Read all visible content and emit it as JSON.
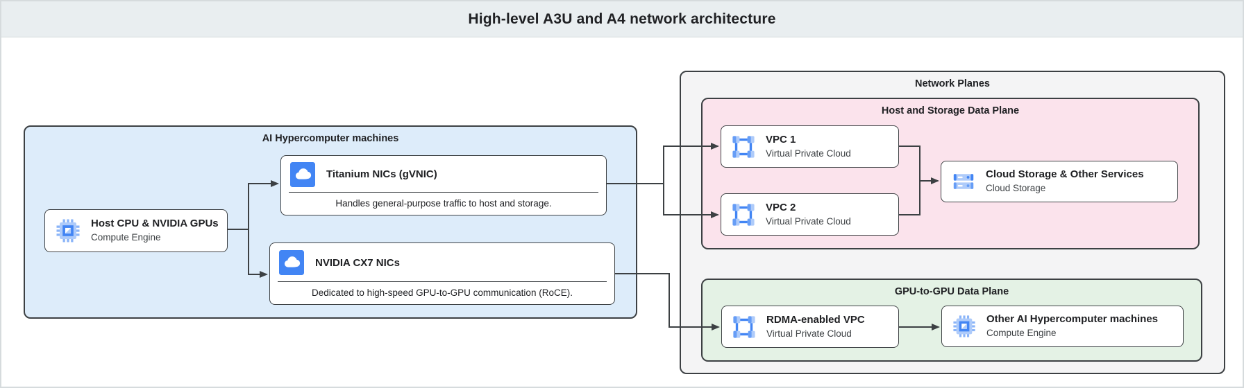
{
  "header": {
    "title": "High-level A3U and A4 network architecture"
  },
  "groups": {
    "ai_machines": {
      "title": "AI Hypercomputer machines"
    },
    "network_planes": {
      "title": "Network Planes"
    },
    "host_storage_plane": {
      "title": "Host and Storage Data Plane"
    },
    "gpu_plane": {
      "title": "GPU-to-GPU Data Plane"
    }
  },
  "nodes": {
    "host_cpu": {
      "title": "Host CPU & NVIDIA GPUs",
      "subtitle": "Compute Engine",
      "icon": "compute-engine-icon"
    },
    "titanium_nics": {
      "title": "Titanium NICs (gVNIC)",
      "description": "Handles general-purpose traffic to host and storage.",
      "icon": "cloud-nic-icon"
    },
    "nvidia_cx7_nics": {
      "title": "NVIDIA CX7 NICs",
      "description": "Dedicated to high-speed GPU-to-GPU communication (RoCE).",
      "icon": "cloud-nic-icon"
    },
    "vpc1": {
      "title": "VPC 1",
      "subtitle": "Virtual Private Cloud",
      "icon": "vpc-icon"
    },
    "vpc2": {
      "title": "VPC 2",
      "subtitle": "Virtual Private Cloud",
      "icon": "vpc-icon"
    },
    "cloud_storage": {
      "title": "Cloud Storage & Other Services",
      "subtitle": "Cloud Storage",
      "icon": "cloud-storage-icon"
    },
    "rdma_vpc": {
      "title": "RDMA-enabled VPC",
      "subtitle": "Virtual Private Cloud",
      "icon": "vpc-icon"
    },
    "other_machines": {
      "title": "Other AI Hypercomputer machines",
      "subtitle": "Compute Engine",
      "icon": "compute-engine-icon"
    }
  },
  "colors": {
    "accent_blue": "#4285f4",
    "medium_blue": "#669df6",
    "light_blue": "#aecbfa",
    "machines_fill": "#ddecfa",
    "planes_fill": "#f4f4f5",
    "host_storage_fill": "#fbe3ec",
    "gpu_plane_fill": "#e4f2e5",
    "border": "#3c4043",
    "header_bg": "#e9eef0",
    "text": "#202124"
  }
}
